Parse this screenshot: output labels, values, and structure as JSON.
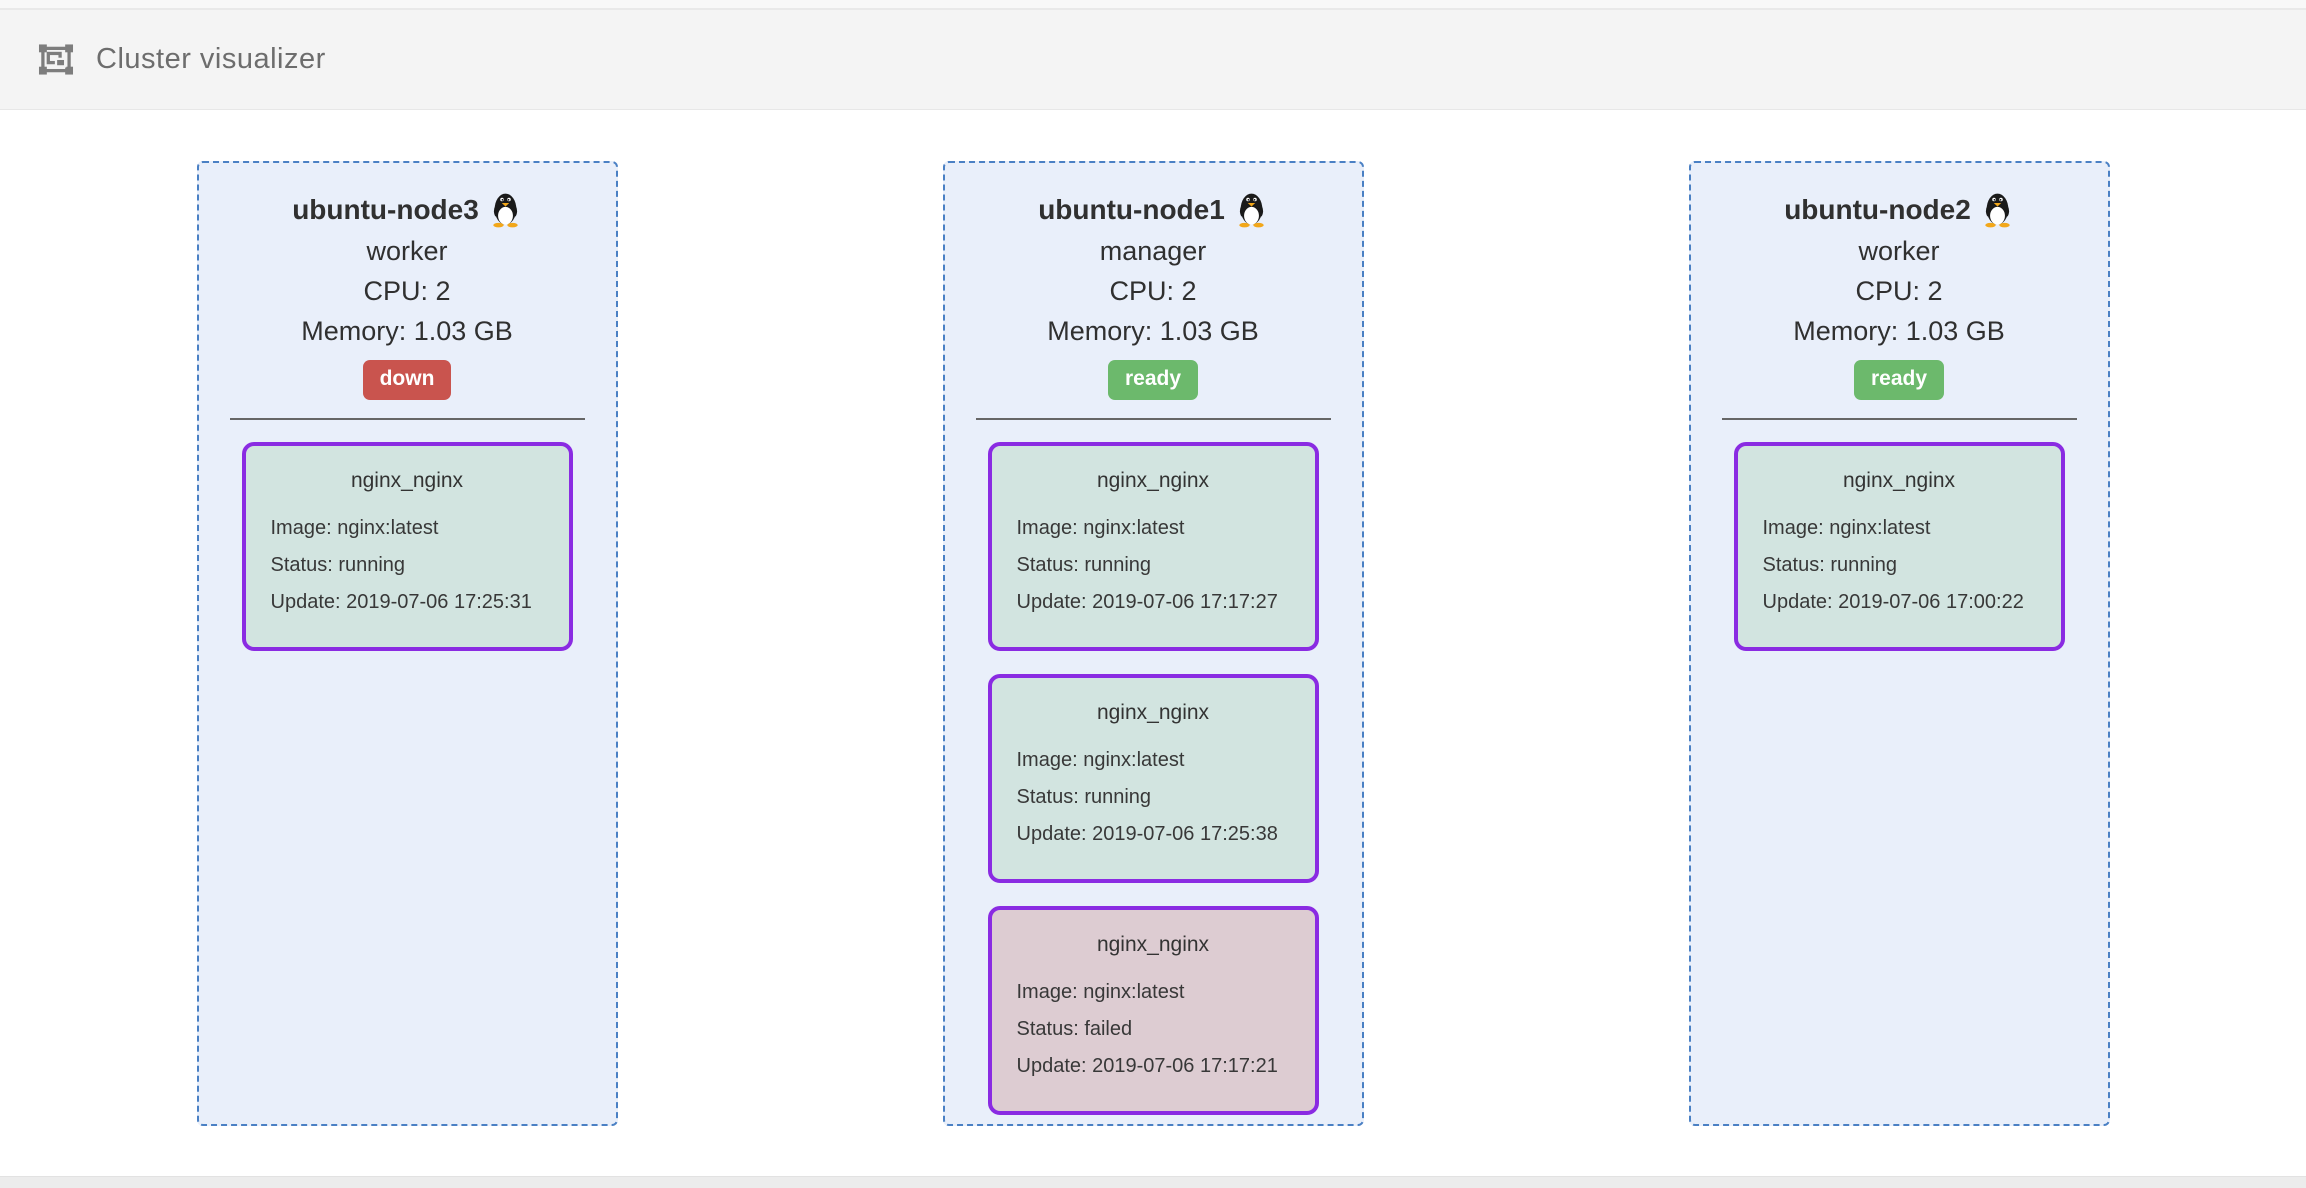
{
  "colors": {
    "header_bg": "#f4f4f4",
    "header_text": "#6d6d6d",
    "node_bg": "#e9effa",
    "node_border": "#4a80c4",
    "node_text": "#303030",
    "container_border": "#8a2be2",
    "running_bg": "#d2e4e0",
    "failed_bg": "#ddccd2",
    "ready_badge": "#6cb96c",
    "down_badge": "#c9544e",
    "divider": "#666666"
  },
  "header": {
    "title": "Cluster visualizer",
    "icon": "object-group-icon"
  },
  "nodes": [
    {
      "name": "ubuntu-node3",
      "role": "worker",
      "cpu_label": "CPU: 2",
      "memory_label": "Memory: 1.03 GB",
      "status": "down",
      "containers": [
        {
          "title": "nginx_nginx",
          "image_label": "Image: nginx:latest",
          "status_label": "Status: running",
          "update_label": "Update: 2019-07-06 17:25:31",
          "state": "running"
        }
      ]
    },
    {
      "name": "ubuntu-node1",
      "role": "manager",
      "cpu_label": "CPU: 2",
      "memory_label": "Memory: 1.03 GB",
      "status": "ready",
      "containers": [
        {
          "title": "nginx_nginx",
          "image_label": "Image: nginx:latest",
          "status_label": "Status: running",
          "update_label": "Update: 2019-07-06 17:17:27",
          "state": "running"
        },
        {
          "title": "nginx_nginx",
          "image_label": "Image: nginx:latest",
          "status_label": "Status: running",
          "update_label": "Update: 2019-07-06 17:25:38",
          "state": "running"
        },
        {
          "title": "nginx_nginx",
          "image_label": "Image: nginx:latest",
          "status_label": "Status: failed",
          "update_label": "Update: 2019-07-06 17:17:21",
          "state": "failed"
        }
      ]
    },
    {
      "name": "ubuntu-node2",
      "role": "worker",
      "cpu_label": "CPU: 2",
      "memory_label": "Memory: 1.03 GB",
      "status": "ready",
      "containers": [
        {
          "title": "nginx_nginx",
          "image_label": "Image: nginx:latest",
          "status_label": "Status: running",
          "update_label": "Update: 2019-07-06 17:00:22",
          "state": "running"
        }
      ]
    }
  ]
}
